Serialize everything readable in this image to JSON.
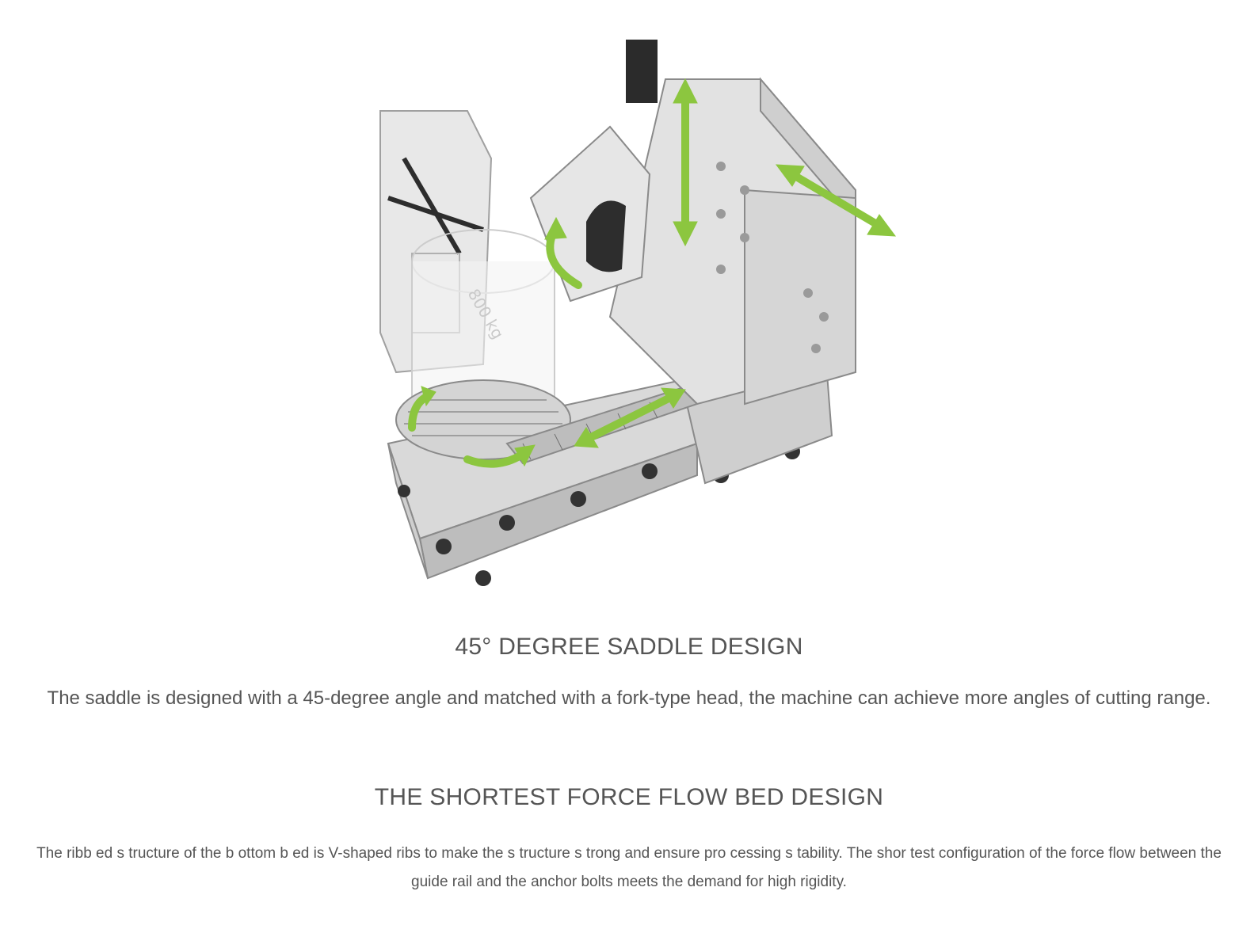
{
  "figure": {
    "icon": "machine-illustration",
    "accent_color": "#8cc63f",
    "sketch_label": "800 kg"
  },
  "sections": [
    {
      "heading": "45° DEGREE SADDLE DESIGN",
      "text": "The saddle is designed with a 45-degree angle and matched with a fork-type head, the machine can achieve more angles of cutting range."
    },
    {
      "heading": "THE SHORTEST FORCE FLOW BED DESIGN",
      "text": "The ribb ed s tructure of the b ottom b ed is V-shaped ribs to make the s tructure s trong and ensure pro cessing s tability. The shor test configuration of the force flow between the guide rail and the anchor bolts meets the demand for high rigidity."
    }
  ]
}
